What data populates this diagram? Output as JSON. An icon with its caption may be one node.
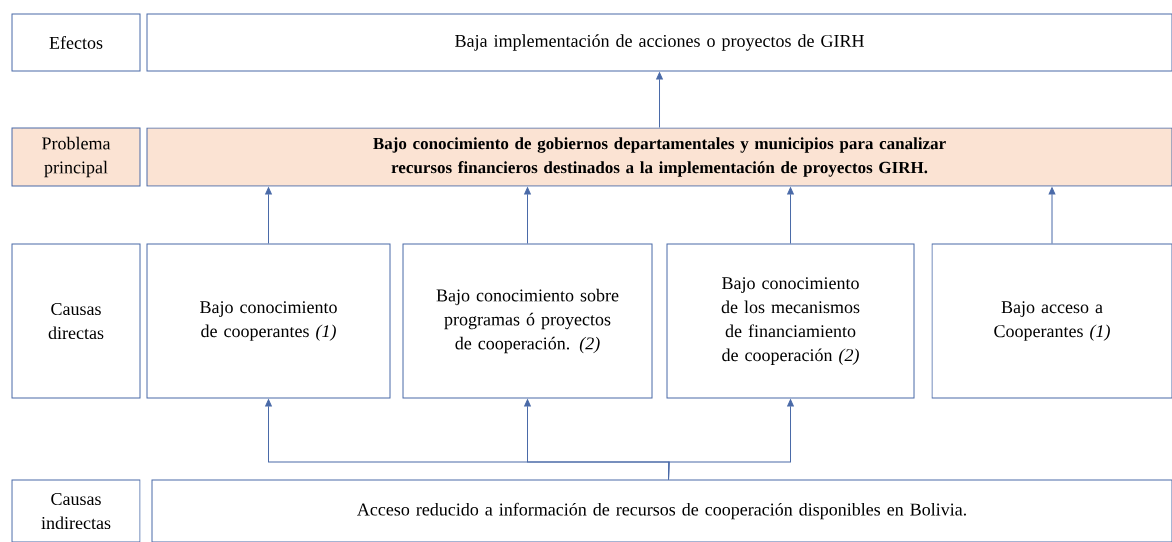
{
  "diagram": {
    "nodes": [
      {
        "text": [
          "Efectos"
        ]
      },
      {
        "text": [
          "Baja implementación de acciones o proyectos de GIRH"
        ]
      },
      {
        "text": [
          "Problema principal"
        ]
      },
      {
        "text": [
          "Bajo conocimiento de gobiernos departamentales y municipios para canalizar recursos financieros destinados a la implementación de proyectos GIRH."
        ]
      },
      {
        "text": [
          "Causas directas"
        ]
      },
      {
        "text": [
          "Bajo conocimiento de cooperantes *(1)*"
        ]
      },
      {
        "text": [
          "Bajo conocimiento sobre programas ó proyectos de cooperación. *(2)*"
        ]
      },
      {
        "text": [
          "Bajo conocimiento de los mecanismos de financiamiento de cooperación *(2)*"
        ]
      },
      {
        "text": [
          "Bajo acceso a Cooperantes *(1)*"
        ]
      },
      {
        "text": [
          "Causas indirectas"
        ]
      },
      {
        "text": [
          "Acceso reducido a información de recursos de cooperación disponibles en Bolivia."
        ]
      }
    ],
    "edges": [
      {
        "from": 3,
        "to": 1,
        "arrow": "to"
      },
      {
        "from": 5,
        "to": 3,
        "arrow": "to"
      },
      {
        "from": 6,
        "to": 3,
        "arrow": "to"
      },
      {
        "from": 7,
        "to": 3,
        "arrow": "to"
      },
      {
        "from": 8,
        "to": 3,
        "arrow": "to"
      },
      {
        "from": 10,
        "to": 5,
        "arrow": "to"
      },
      {
        "from": 10,
        "to": 6,
        "arrow": "to"
      },
      {
        "from": 10,
        "to": 7,
        "arrow": "to"
      }
    ]
  }
}
